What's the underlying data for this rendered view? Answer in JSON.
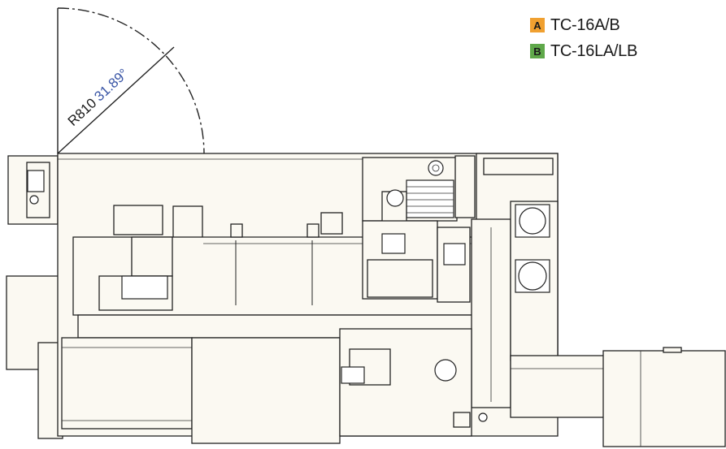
{
  "dimension": {
    "radius_label": "R810",
    "angle_label": "31.89°",
    "angle_color": "#3a56a6"
  },
  "legend": [
    {
      "badge": "A",
      "label": "TC-16A/B",
      "color": "#f0a030"
    },
    {
      "badge": "B",
      "label": "TC-16LA/LB",
      "color": "#5fa84a"
    }
  ]
}
